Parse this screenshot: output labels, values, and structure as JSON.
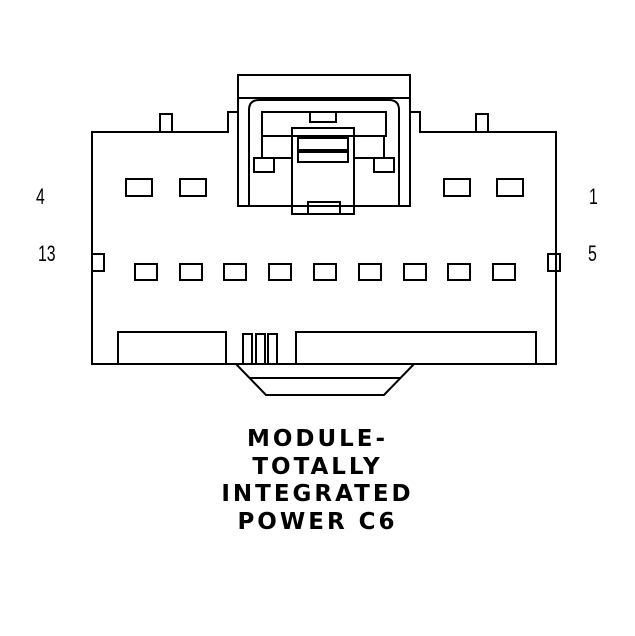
{
  "colors": {
    "stroke": "#000000",
    "background": "#ffffff"
  },
  "pin_labels": {
    "top_left": "4",
    "bottom_left": "13",
    "top_right": "1",
    "bottom_right": "5"
  },
  "title_lines": [
    "MODULE-",
    "TOTALLY",
    "INTEGRATED",
    "POWER C6"
  ]
}
